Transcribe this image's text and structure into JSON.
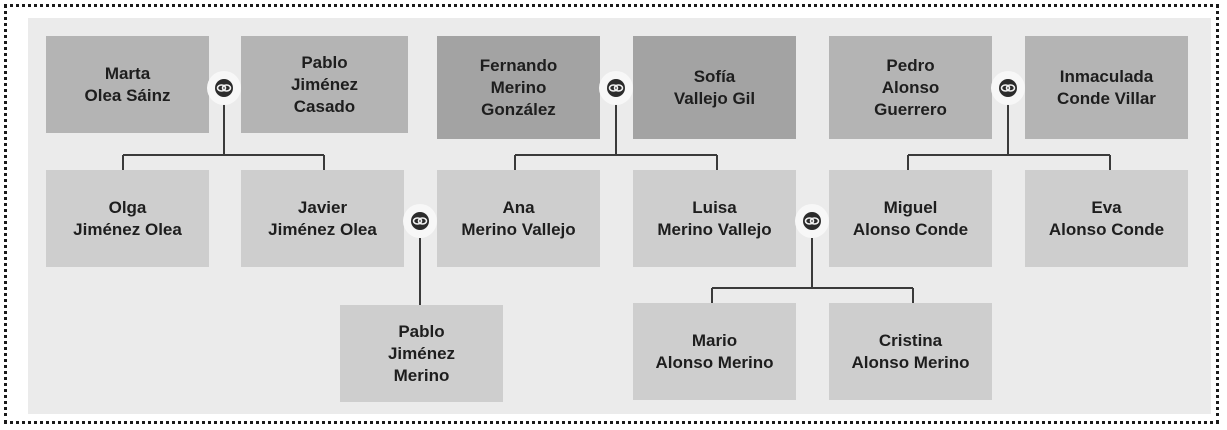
{
  "couples": [
    {
      "a": "Marta\nOlea Sáinz",
      "b": "Pablo\nJiménez\nCasado"
    },
    {
      "a": "Fernando\nMerino\nGonzález",
      "b": "Sofía\nVallejo Gil"
    },
    {
      "a": "Pedro\nAlonso\nGuerrero",
      "b": "Inmaculada\nConde Villar"
    }
  ],
  "children": {
    "olga": "Olga\nJiménez Olea",
    "javier": "Javier\nJiménez Olea",
    "ana": "Ana\nMerino Vallejo",
    "luisa": "Luisa\nMerino Vallejo",
    "miguel": "Miguel\nAlonso Conde",
    "eva": "Eva\nAlonso Conde"
  },
  "grandchildren": {
    "pablo": "Pablo\nJiménez\nMerino",
    "mario": "Mario\nAlonso Merino",
    "cristina": "Cristina\nAlonso Merino"
  },
  "colors": {
    "panel": "#ebebeb",
    "generation1_dark": "#a3a3a3",
    "generation1_mid": "#b4b4b4",
    "generation2": "#cecece",
    "connector": "#3a3a3a"
  },
  "icons": [
    "marriage-rings-icon"
  ]
}
